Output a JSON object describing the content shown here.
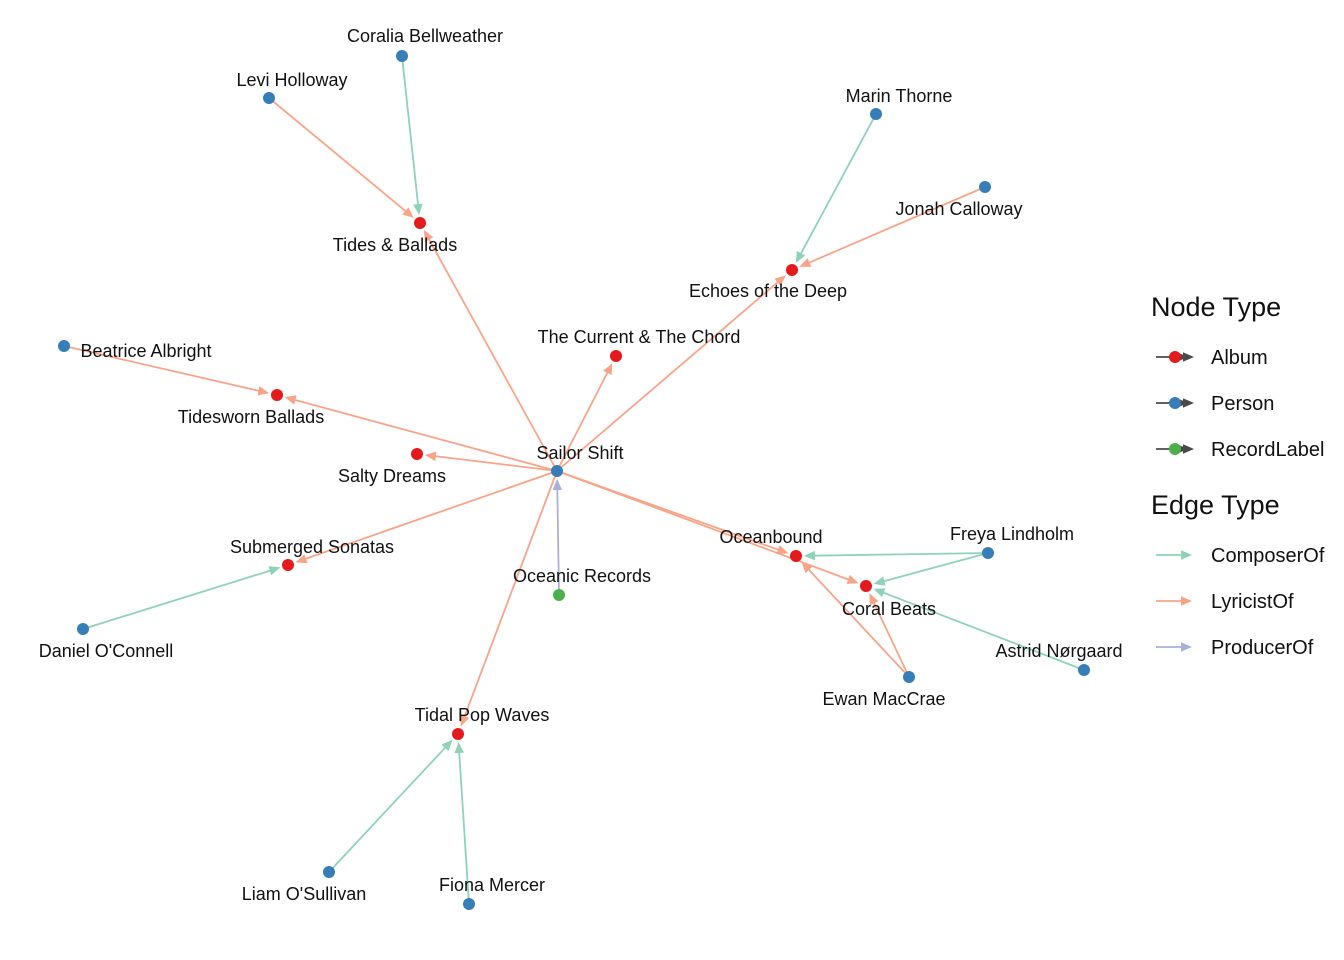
{
  "colors": {
    "Album": "#e41a1c",
    "Person": "#377eb8",
    "RecordLabel": "#4daf4a",
    "ComposerOf": "#8fd2b8",
    "LyricistOf": "#f7a58a",
    "ProducerOf": "#aab1d8",
    "legend_line": "#4a4a4a"
  },
  "nodes": [
    {
      "id": "sailor",
      "label": "Sailor Shift",
      "type": "Person"
    },
    {
      "id": "coralia",
      "label": "Coralia Bellweather",
      "type": "Person"
    },
    {
      "id": "levi",
      "label": "Levi Holloway",
      "type": "Person"
    },
    {
      "id": "marin",
      "label": "Marin Thorne",
      "type": "Person"
    },
    {
      "id": "jonah",
      "label": "Jonah Calloway",
      "type": "Person"
    },
    {
      "id": "beatrice",
      "label": "Beatrice Albright",
      "type": "Person"
    },
    {
      "id": "freya",
      "label": "Freya Lindholm",
      "type": "Person"
    },
    {
      "id": "daniel",
      "label": "Daniel O'Connell",
      "type": "Person"
    },
    {
      "id": "astrid",
      "label": "Astrid Nørgaard",
      "type": "Person"
    },
    {
      "id": "ewan",
      "label": "Ewan MacCrae",
      "type": "Person"
    },
    {
      "id": "liam",
      "label": "Liam O'Sullivan",
      "type": "Person"
    },
    {
      "id": "fiona",
      "label": "Fiona Mercer",
      "type": "Person"
    },
    {
      "id": "tides",
      "label": "Tides & Ballads",
      "type": "Album"
    },
    {
      "id": "echoes",
      "label": "Echoes of the Deep",
      "type": "Album"
    },
    {
      "id": "current",
      "label": "The Current & The Chord",
      "type": "Album"
    },
    {
      "id": "tidesworn",
      "label": "Tidesworn Ballads",
      "type": "Album"
    },
    {
      "id": "salty",
      "label": "Salty Dreams",
      "type": "Album"
    },
    {
      "id": "submerged",
      "label": "Submerged Sonatas",
      "type": "Album"
    },
    {
      "id": "oceanbound",
      "label": "Oceanbound",
      "type": "Album"
    },
    {
      "id": "coral",
      "label": "Coral Beats",
      "type": "Album"
    },
    {
      "id": "tidalpop",
      "label": "Tidal Pop Waves",
      "type": "Album"
    },
    {
      "id": "oceanic",
      "label": "Oceanic Records",
      "type": "RecordLabel"
    }
  ],
  "edges": [
    {
      "from": "coralia",
      "to": "tides",
      "type": "ComposerOf"
    },
    {
      "from": "levi",
      "to": "tides",
      "type": "LyricistOf"
    },
    {
      "from": "sailor",
      "to": "tides",
      "type": "LyricistOf"
    },
    {
      "from": "marin",
      "to": "echoes",
      "type": "ComposerOf"
    },
    {
      "from": "jonah",
      "to": "echoes",
      "type": "LyricistOf"
    },
    {
      "from": "sailor",
      "to": "echoes",
      "type": "LyricistOf"
    },
    {
      "from": "sailor",
      "to": "current",
      "type": "LyricistOf"
    },
    {
      "from": "beatrice",
      "to": "tidesworn",
      "type": "LyricistOf"
    },
    {
      "from": "sailor",
      "to": "tidesworn",
      "type": "LyricistOf"
    },
    {
      "from": "sailor",
      "to": "salty",
      "type": "LyricistOf"
    },
    {
      "from": "sailor",
      "to": "submerged",
      "type": "LyricistOf"
    },
    {
      "from": "daniel",
      "to": "submerged",
      "type": "ComposerOf"
    },
    {
      "from": "sailor",
      "to": "oceanbound",
      "type": "LyricistOf"
    },
    {
      "from": "sailor",
      "to": "coral",
      "type": "LyricistOf"
    },
    {
      "from": "freya",
      "to": "oceanbound",
      "type": "ComposerOf"
    },
    {
      "from": "freya",
      "to": "coral",
      "type": "ComposerOf"
    },
    {
      "from": "astrid",
      "to": "coral",
      "type": "ComposerOf"
    },
    {
      "from": "ewan",
      "to": "oceanbound",
      "type": "LyricistOf"
    },
    {
      "from": "ewan",
      "to": "coral",
      "type": "LyricistOf"
    },
    {
      "from": "oceanic",
      "to": "sailor",
      "type": "ProducerOf"
    },
    {
      "from": "sailor",
      "to": "tidalpop",
      "type": "LyricistOf"
    },
    {
      "from": "liam",
      "to": "tidalpop",
      "type": "ComposerOf"
    },
    {
      "from": "fiona",
      "to": "tidalpop",
      "type": "ComposerOf"
    }
  ],
  "legend": {
    "node_title": "Node Type",
    "node_items": [
      {
        "key": "Album",
        "label": "Album"
      },
      {
        "key": "Person",
        "label": "Person"
      },
      {
        "key": "RecordLabel",
        "label": "RecordLabel"
      }
    ],
    "edge_title": "Edge Type",
    "edge_items": [
      {
        "key": "ComposerOf",
        "label": "ComposerOf"
      },
      {
        "key": "LyricistOf",
        "label": "LyricistOf"
      },
      {
        "key": "ProducerOf",
        "label": "ProducerOf"
      }
    ]
  }
}
